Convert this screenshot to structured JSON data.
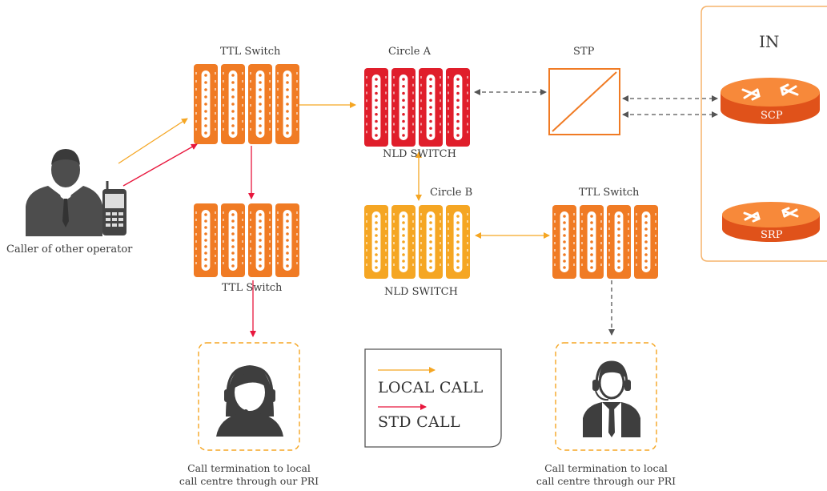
{
  "colors": {
    "orange_switch": "#f07b24",
    "red_switch": "#e01e2b",
    "yellow_switch": "#f5a623",
    "local_call": "#f5a623",
    "std_call": "#e8173d",
    "grey": "#555555",
    "router": "#f26b23"
  },
  "labels": {
    "ttl_switch_top": "TTL Switch",
    "circle_a": "Circle A",
    "stp": "STP",
    "in": "IN",
    "nld_switch_a": "NLD SWITCH",
    "circle_b": "Circle B",
    "ttl_switch_right": "TTL Switch",
    "nld_switch_b": "NLD SWITCH",
    "ttl_switch_bottom": "TTL Switch",
    "caller": "Caller of other operator",
    "scp": "SCP",
    "srp": "SRP",
    "termination_left": "Call termination to local call centre through our PRI",
    "termination_right": "Call termination to local call centre through our PRI"
  },
  "legend": {
    "local": "LOCAL  CALL",
    "std": "STD CALL"
  },
  "icons": {
    "caller": "businessman-with-phone-icon",
    "female_agent": "female-headset-agent-icon",
    "male_agent": "male-headset-agent-icon",
    "router": "router-icon",
    "stp": "stp-box-icon"
  }
}
